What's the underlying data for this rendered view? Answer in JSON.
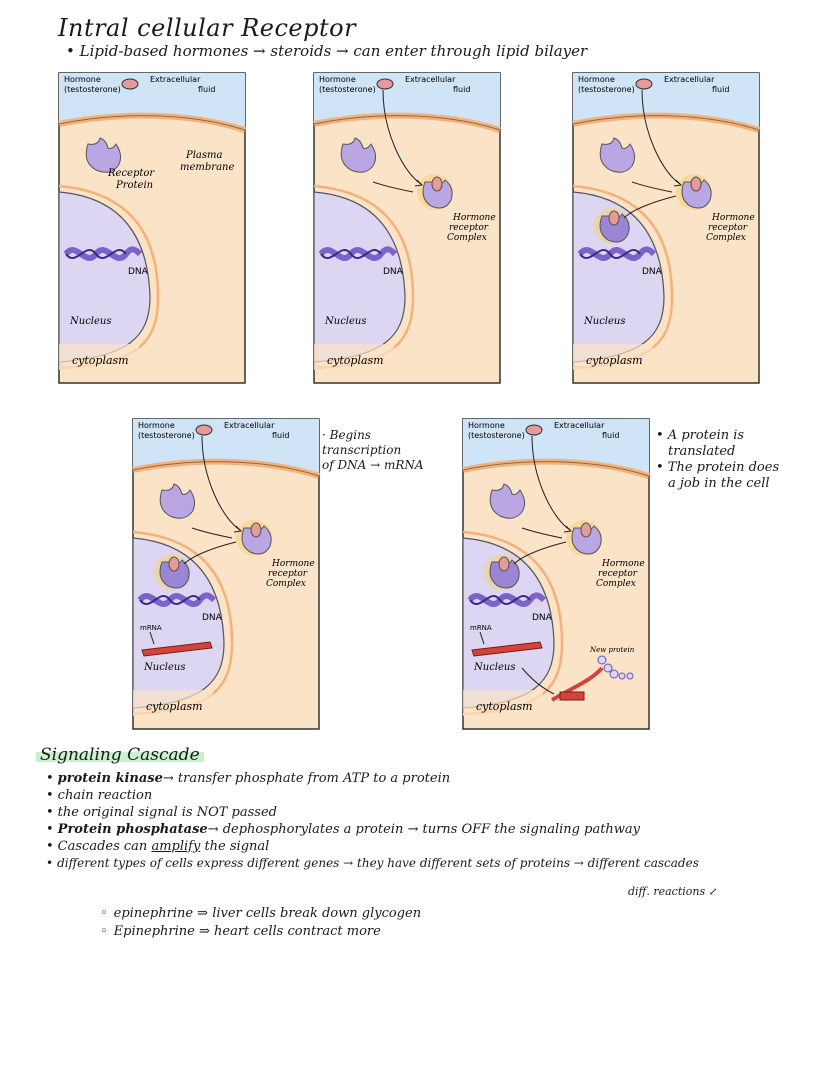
{
  "header": {
    "title": "Intral cellular Receptor",
    "subtitle": "• Lipid-based hormones → steroids → can enter through lipid bilayer"
  },
  "labels": {
    "hormone": "Hormone",
    "testosterone": "(testosterone)",
    "extracellular_1": "Extracellular",
    "extracellular_2": "fluid",
    "receptor_1": "Receptor",
    "receptor_2": "Protein",
    "plasma_1": "Plasma",
    "plasma_2": "membrane",
    "complex_1": "Hormone",
    "complex_2": "receptor",
    "complex_3": "Complex",
    "dna": "DNA",
    "nucleus_1": "Nucleus",
    "nucleus_3": "Nucleus",
    "cytoplasm": "cytoplasm",
    "mrna": "mRNA",
    "new_protein": "New protein"
  },
  "notes": {
    "panel4_1": "· Begins",
    "panel4_2": "transcription",
    "panel4_3": "of DNA → mRNA",
    "panel5_1": "• A protein is",
    "panel5_2": "translated",
    "panel5_3": "• The protein does",
    "panel5_4": "a job in the cell"
  },
  "cascade": {
    "title": "Signaling Cascade",
    "b1_bold": "protein kinase",
    "b1_rest": "→ transfer phosphate from ATP to a protein",
    "b2": "chain reaction",
    "b3": "the original signal is NOT passed",
    "b4_bold": "Protein phosphatase",
    "b4_rest": "→ dephosphorylates a protein → turns OFF the signaling pathway",
    "b5_a": "Cascades can",
    "b5_u": "amplify",
    "b5_b": "the signal",
    "b6": "different types of cells express different genes → they have different sets of proteins → different cascades",
    "b6_tail": "diff. reactions ↙",
    "sub1": "epinephrine ⇒ liver cells break down glycogen",
    "sub2": "Epinephrine ⇒ heart cells contract more"
  },
  "colors": {
    "extracellular": "#cfe4f7",
    "cytoplasm": "#fbe3c8",
    "nucleus": "#ddd6f2",
    "membrane": "#f4b27a",
    "receptor": "#b9a6e3",
    "hormone": "#e79a9a",
    "dna": "#6b4ec2",
    "glow": "#f7d27a",
    "mrna": "#d2443a",
    "highlight": "#c9f0cf"
  }
}
